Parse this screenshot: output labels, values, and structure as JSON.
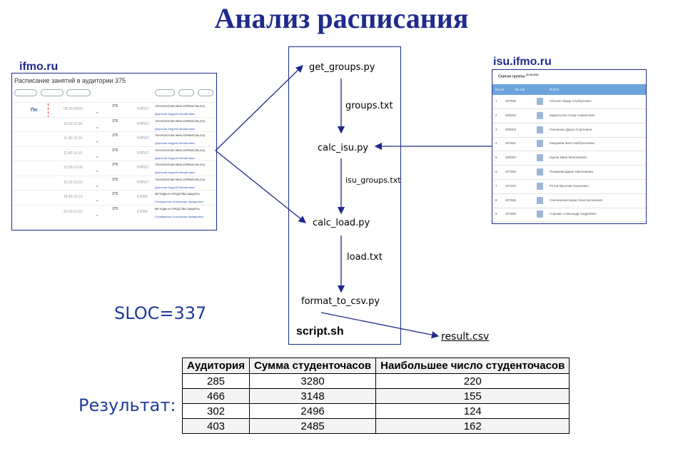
{
  "title": "Анализ расписания",
  "ifmo": {
    "label": "ifmo.ru",
    "page_title": "Расписание занятий в аудитории 375",
    "day": "Пн",
    "rows": [
      {
        "time": "08:20-09:50",
        "room": "375",
        "type": "РИПЕТ",
        "subject": "ТЕХНОЛОГИИ WEB-СЕРВИСОВ (ЛЗ)",
        "teacher": "Дергачев Андрей Михайлович"
      },
      {
        "time": "10:00-11:30",
        "room": "375",
        "type": "РИПЕТ",
        "subject": "ТЕХНОЛОГИИ WEB-СЕРВИСОВ (ЛЗ)",
        "teacher": "Дергачев Андрей Михайлович"
      },
      {
        "time": "11:40-13:10",
        "room": "375",
        "type": "РИПЕТ",
        "subject": "ТЕХНОЛОГИИ WEB-СЕРВИСОВ (ЛЗ)",
        "teacher": "Дергачев Андрей Михайлович"
      },
      {
        "time": "11:40-13:10",
        "room": "375",
        "type": "РИПЕТ",
        "subject": "ТЕХНОЛОГИИ WEB-СЕРВИСОВ (ЛЗ)",
        "teacher": "Дергачев Андрей Михайлович"
      },
      {
        "time": "13:30-15:00",
        "room": "375",
        "type": "РИПЕТ",
        "subject": "ТЕХНОЛОГИИ WEB-СЕРВИСОВ (ЛЗ)",
        "teacher": "Дергачев Андрей Михайлович"
      },
      {
        "time": "15:20-16:50",
        "room": "375",
        "type": "РИПЕТ",
        "subject": "ТЕХНОЛОГИИ WEB-СЕРВИСОВ (ЛЗ)",
        "teacher": "Дергачев Андрей Михайлович"
      },
      {
        "time": "18:40-20:10",
        "room": "375",
        "type": "Е3084",
        "subject": "МЕТОДЫ И СРЕДСТВА ЗАЩИТЫ",
        "teacher": "Олифиренко Александр Аркадьевич"
      },
      {
        "time": "20:20-21:50",
        "room": "375",
        "type": "Е3084",
        "subject": "МЕТОДЫ И СРЕДСТВА ЗАЩИТЫ",
        "teacher": "Олифиренко Александр Аркадьевич"
      }
    ]
  },
  "isu": {
    "label": "isu.ifmo.ru",
    "header": "Список группы",
    "date": "22.06.2019",
    "columns": [
      "№ п/п",
      "№ таб.",
      "Ф.И.О."
    ],
    "rows": [
      {
        "n": "1",
        "id": "207546",
        "name": "Абызов Айдар Альбертович"
      },
      {
        "n": "2",
        "id": "208302",
        "name": "Бурангулов Аскар Азаматович"
      },
      {
        "n": "3",
        "id": "208303",
        "name": "Гапоненко Дарья Сергеевна"
      },
      {
        "n": "4",
        "id": "207551",
        "name": "Магдиева Зиля Хаббулатовна"
      },
      {
        "n": "5",
        "id": "208304",
        "name": "Орлов Иван Максимович"
      },
      {
        "n": "6",
        "id": "207555",
        "name": "Пахарева Дарья Николаевна"
      },
      {
        "n": "7",
        "id": "207220",
        "name": "Ротов Ярослав Сергеевич"
      },
      {
        "n": "8",
        "id": "207555",
        "name": "Сапожников Борис Константинович"
      },
      {
        "n": "9",
        "id": "207558",
        "name": "Сорокин Александр Андреевич"
      }
    ]
  },
  "pipeline": {
    "get_groups": "get_groups.py",
    "groups_txt": "groups.txt",
    "calc_isu": "calc_isu.py",
    "isu_groups_txt": "isu_groups.txt",
    "calc_load": "calc_load.py",
    "load_txt": "load.txt",
    "format_to_csv": "format_to_csv.py",
    "script": "script.sh",
    "result_csv": "result.csv"
  },
  "sloc": "SLOC=337",
  "result_label": "Результат:",
  "result_table": {
    "headers": [
      "Аудитория",
      "Сумма студенточасов",
      "Наибольшее число студенточасов"
    ],
    "rows": [
      [
        "285",
        "3280",
        "220"
      ],
      [
        "466",
        "3148",
        "155"
      ],
      [
        "302",
        "2496",
        "124"
      ],
      [
        "403",
        "2485",
        "162"
      ]
    ]
  },
  "colors": {
    "title": "#1f2a8c",
    "text_blue": "#1f3b9c",
    "isu_header": "#6ca4db"
  }
}
